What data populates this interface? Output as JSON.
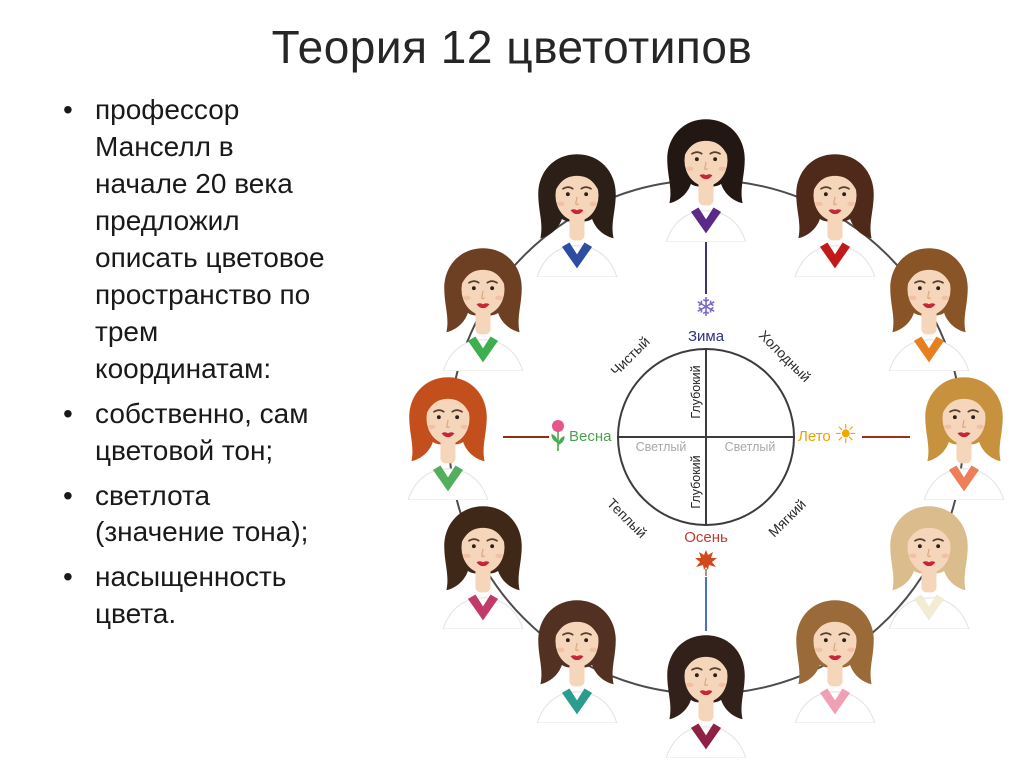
{
  "slide": {
    "title": "Теория 12 цветотипов",
    "bullets": [
      "профессор\nМанселл в\nначале 20 века\nпредложил\nописать цветовое\nпространство по\nтрем\nкоординатам:",
      "собственно, сам\nцветовой тон;",
      "светлота\n(значение тона);",
      "насыщенность\nцвета."
    ]
  },
  "diagram": {
    "seasons": {
      "winter": {
        "label": "Зима",
        "color": "#2f2f80",
        "icon": "snowflake-icon",
        "glyph": "❄",
        "icon_color": "#7b68c8"
      },
      "summer": {
        "label": "Лето",
        "color": "#efa000",
        "icon": "sun-icon",
        "glyph": "☀",
        "icon_color": "#f5a500"
      },
      "autumn": {
        "label": "Осень",
        "color": "#c43b2e",
        "icon": "maple-leaf-icon",
        "icon_color": "#d2491e"
      },
      "spring": {
        "label": "Весна",
        "color": "#48a14d",
        "icon": "tulip-icon",
        "icon_color": "#e8558a"
      }
    },
    "sector_labels": {
      "top_left": "Чистый",
      "top_right": "Холодный",
      "bottom_left": "Теплый",
      "bottom_right": "Мягкий"
    },
    "axis_labels": {
      "top": "Глубокий",
      "bottom": "Глубокий",
      "left": "Светлый",
      "right": "Светлый"
    },
    "axis_label_colors": {
      "vertical": "#222222",
      "horizontal": "#a8a8a8"
    },
    "line_colors": {
      "top": "#3b3576",
      "bottom": "#4472c4",
      "left": "#8c2f16",
      "right": "#9c2f1f"
    },
    "portraits": [
      {
        "hair": "#231713",
        "scarf": "#5b2a86"
      },
      {
        "hair": "#4f2a1a",
        "scarf": "#c11a1a"
      },
      {
        "hair": "#8a5526",
        "scarf": "#e6801f"
      },
      {
        "hair": "#c8913d",
        "scarf": "#ee7e57"
      },
      {
        "hair": "#dbbd8d",
        "scarf": "#f3ecd4"
      },
      {
        "hair": "#9b6a39",
        "scarf": "#f0a0b4"
      },
      {
        "hair": "#32211a",
        "scarf": "#8e2144"
      },
      {
        "hair": "#533122",
        "scarf": "#2a9d8f"
      },
      {
        "hair": "#402818",
        "scarf": "#c23a69"
      },
      {
        "hair": "#c24f1c",
        "scarf": "#53ae5e"
      },
      {
        "hair": "#6d3f23",
        "scarf": "#3fae4f"
      },
      {
        "hair": "#2c1f18",
        "scarf": "#2f4da0"
      }
    ]
  }
}
